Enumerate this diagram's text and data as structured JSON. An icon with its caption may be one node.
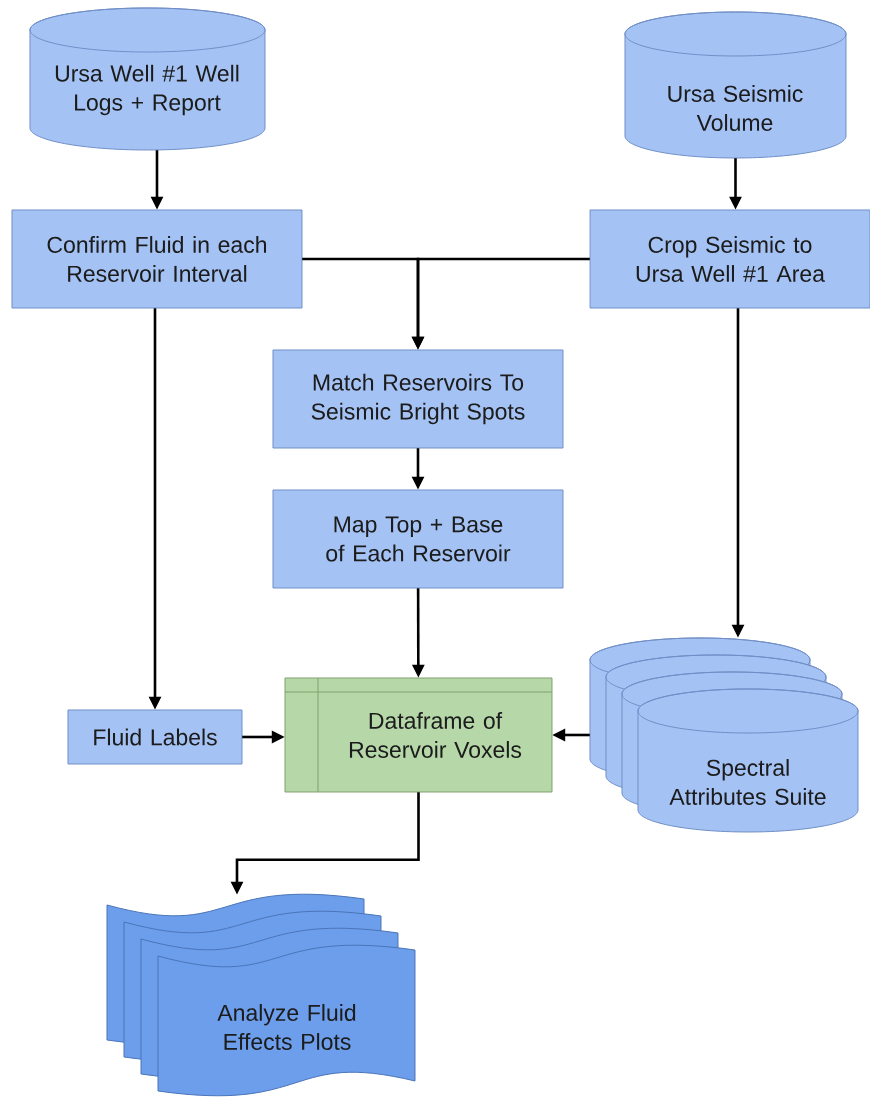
{
  "diagram": {
    "nodes": [
      {
        "text": [
          "Ursa Well #1 Well Logs + Report"
        ]
      },
      {
        "text": [
          "Ursa Seismic Volume"
        ]
      },
      {
        "text": [
          "Confirm Fluid in each Reservoir Interval"
        ]
      },
      {
        "text": [
          "Crop Seismic to Ursa Well #1 Area"
        ]
      },
      {
        "text": [
          "Match Reservoirs To Seismic Bright Spots"
        ]
      },
      {
        "text": [
          "Map Top + Base of Each Reservoir"
        ]
      },
      {
        "text": [
          "Fluid Labels"
        ]
      },
      {
        "text": [
          "Dataframe of Reservoir Voxels"
        ]
      },
      {
        "text": [
          "Spectral Attributes Suite"
        ]
      },
      {
        "text": [
          "Analyze Fluid Effects Plots"
        ]
      }
    ],
    "edges": [
      {
        "from": 0,
        "to": 2,
        "arrow": "to"
      },
      {
        "from": 1,
        "to": 3,
        "arrow": "to"
      },
      {
        "from": 2,
        "to": 4,
        "arrow": "to"
      },
      {
        "from": 3,
        "to": 4,
        "arrow": "to"
      },
      {
        "from": 4,
        "to": 5,
        "arrow": "to"
      },
      {
        "from": 5,
        "to": 7,
        "arrow": "to"
      },
      {
        "from": 2,
        "to": 6,
        "arrow": "to"
      },
      {
        "from": 3,
        "to": 8,
        "arrow": "to"
      },
      {
        "from": 6,
        "to": 7,
        "arrow": "to"
      },
      {
        "from": 8,
        "to": 7,
        "arrow": "to"
      },
      {
        "from": 7,
        "to": 9,
        "arrow": "to"
      }
    ]
  }
}
